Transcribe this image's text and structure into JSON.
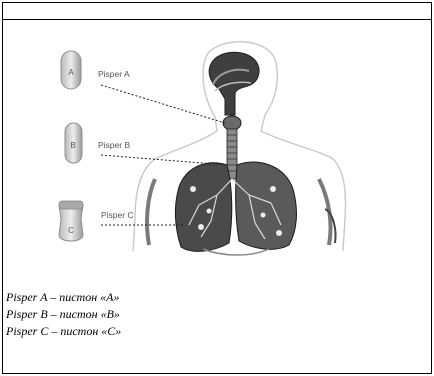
{
  "figure": {
    "label_a_letter": "A",
    "label_b_letter": "B",
    "label_c_letter": "C",
    "callout_a": "Pisper A",
    "callout_b": "Pisper B",
    "callout_c": "Pisper C"
  },
  "caption": {
    "lines": [
      "Pisper A – пистон «A»",
      "Pisper B – пистон «B»",
      "Pisper C – пистон «C»"
    ]
  }
}
